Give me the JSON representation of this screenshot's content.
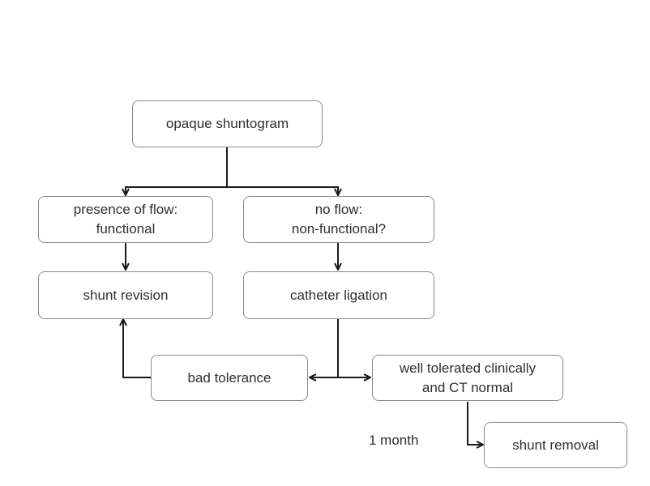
{
  "nodes": {
    "opaque_shuntogram": "opaque shuntogram",
    "presence_of_flow": "presence of flow:\nfunctional",
    "no_flow": "no flow:\nnon-functional?",
    "shunt_revision": "shunt revision",
    "catheter_ligation": "catheter ligation",
    "bad_tolerance": "bad tolerance",
    "well_tolerated": "well tolerated clinically\nand CT normal",
    "shunt_removal": "shunt removal"
  },
  "annotations": {
    "one_month": "1 month"
  },
  "colors": {
    "line": "#1a1a1a",
    "node_border": "#8a8a8a",
    "text": "#2f2f2f"
  }
}
